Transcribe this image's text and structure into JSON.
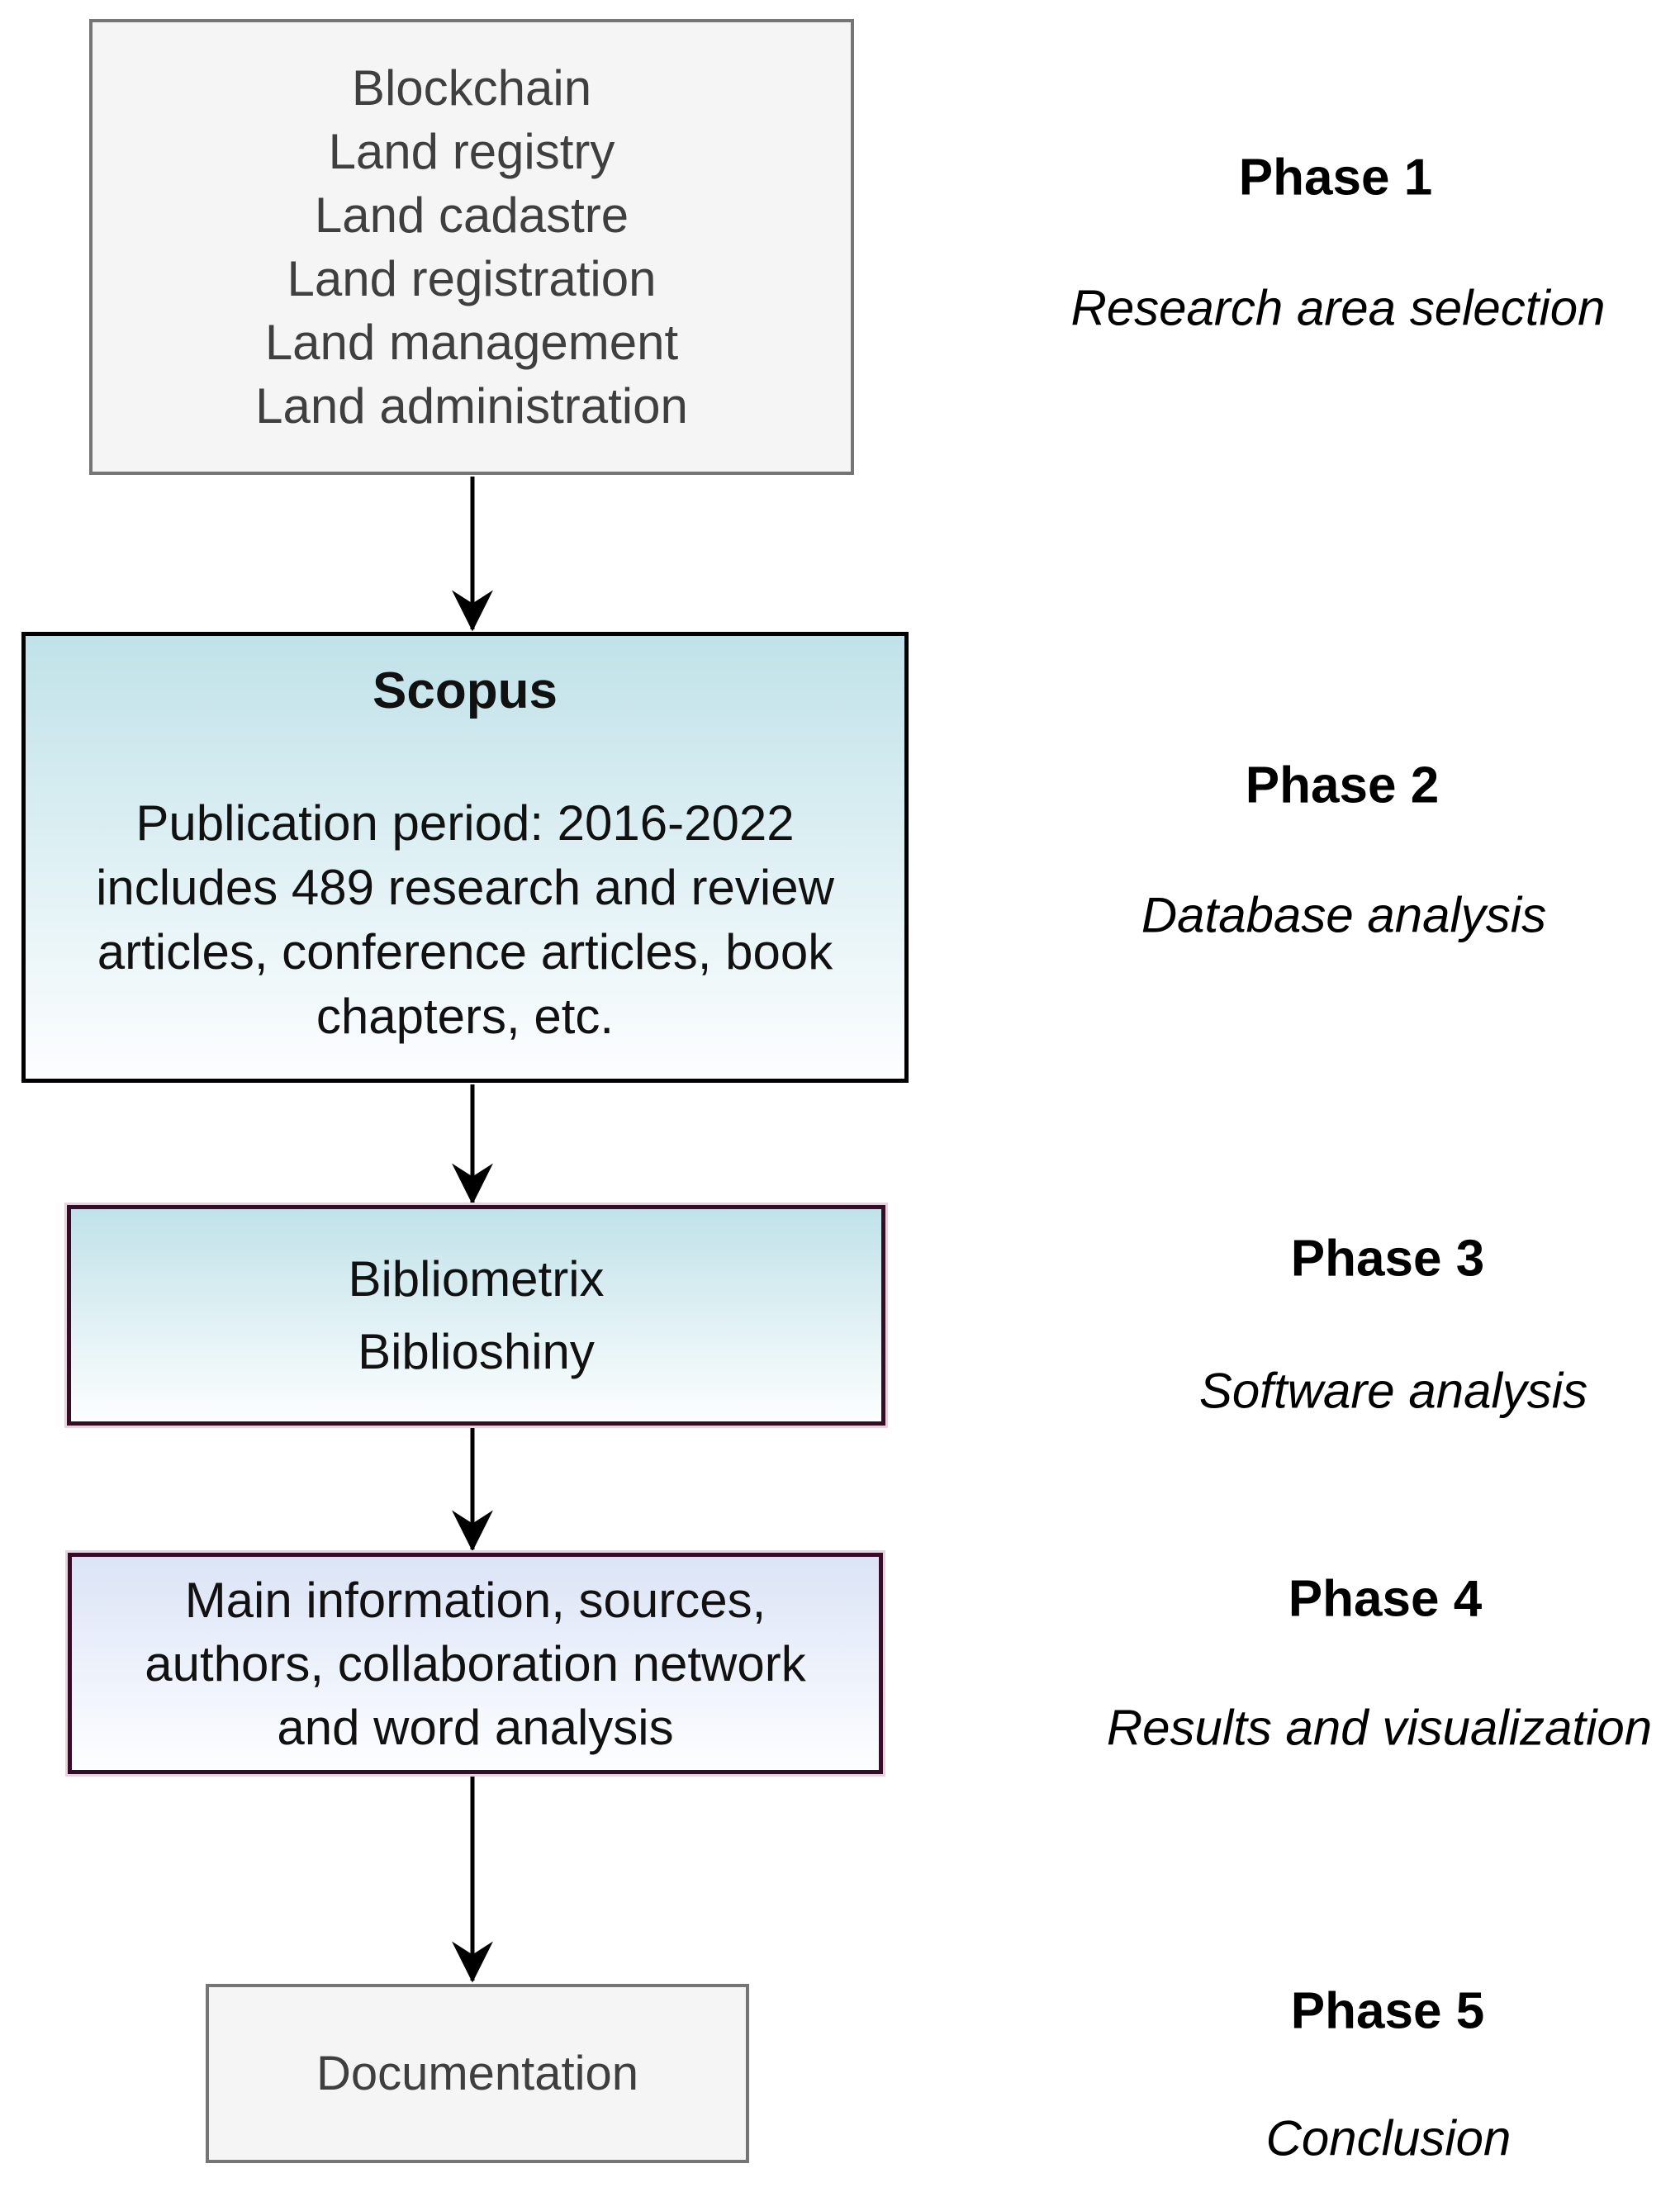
{
  "figure": {
    "type": "flowchart",
    "background": "#ffffff"
  },
  "palette": {
    "page-bg": "#ffffff",
    "gray-fill": "#f5f5f5",
    "gray-border": "#757575",
    "gray-text": "#3f3f3f",
    "black-border": "#000000",
    "maroon-border": "#350d26",
    "maroon-halo": "#e7d2de",
    "cyan-top": "#c0e2e9",
    "periwinkle-top": "#dbe4f6",
    "gradient-bottom": "#fdfeff",
    "arrow-color": "#000000",
    "text-black": "#111111"
  },
  "boxes": {
    "keywords": {
      "lines": [
        "Blockchain",
        "Land registry",
        "Land cadastre",
        "Land registration",
        "Land management",
        "Land administration"
      ]
    },
    "scopus": {
      "title": "Scopus",
      "lines": [
        "Publication period: 2016-2022",
        "includes 489 research and review",
        "articles, conference articles, book",
        "chapters, etc."
      ]
    },
    "software": {
      "lines": [
        "Bibliometrix",
        "Biblioshiny"
      ]
    },
    "results": {
      "lines": [
        "Main information, sources,",
        "authors, collaboration network",
        "and word analysis"
      ]
    },
    "documentation": {
      "lines": [
        "Documentation"
      ]
    }
  },
  "phases": [
    {
      "title": "Phase 1",
      "subtitle": "Research area selection"
    },
    {
      "title": "Phase 2",
      "subtitle": "Database analysis"
    },
    {
      "title": "Phase 3",
      "subtitle": "Software analysis"
    },
    {
      "title": "Phase 4",
      "subtitle": "Results and visualization"
    },
    {
      "title": "Phase 5",
      "subtitle": "Conclusion"
    }
  ],
  "arrows": [
    {
      "from": "keywords",
      "to": "scopus"
    },
    {
      "from": "scopus",
      "to": "software"
    },
    {
      "from": "software",
      "to": "results"
    },
    {
      "from": "results",
      "to": "documentation"
    }
  ]
}
